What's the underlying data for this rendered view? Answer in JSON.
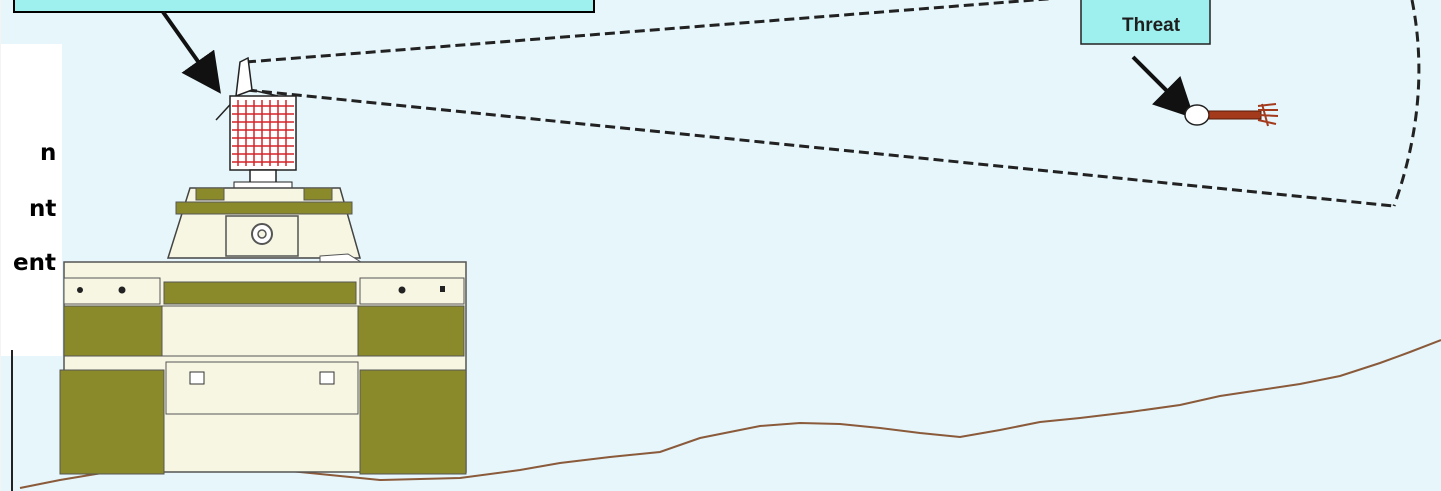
{
  "threat_box": {
    "label": "Threat"
  },
  "side_panel": {
    "lines": [
      "n",
      "nt",
      "ent"
    ]
  },
  "colors": {
    "background": "#e6f6fb",
    "label_box": "#9ef0ee",
    "tank_olive": "#8a8a2a",
    "tank_light": "#f6f6e2",
    "missile_body": "#a33a1c",
    "laser_grid": "#d2242a",
    "ground_line": "#8a5a3a"
  },
  "icons": {
    "pointer_arrow": "arrow-icon",
    "tank": "tank-icon",
    "missile": "missile-icon"
  }
}
